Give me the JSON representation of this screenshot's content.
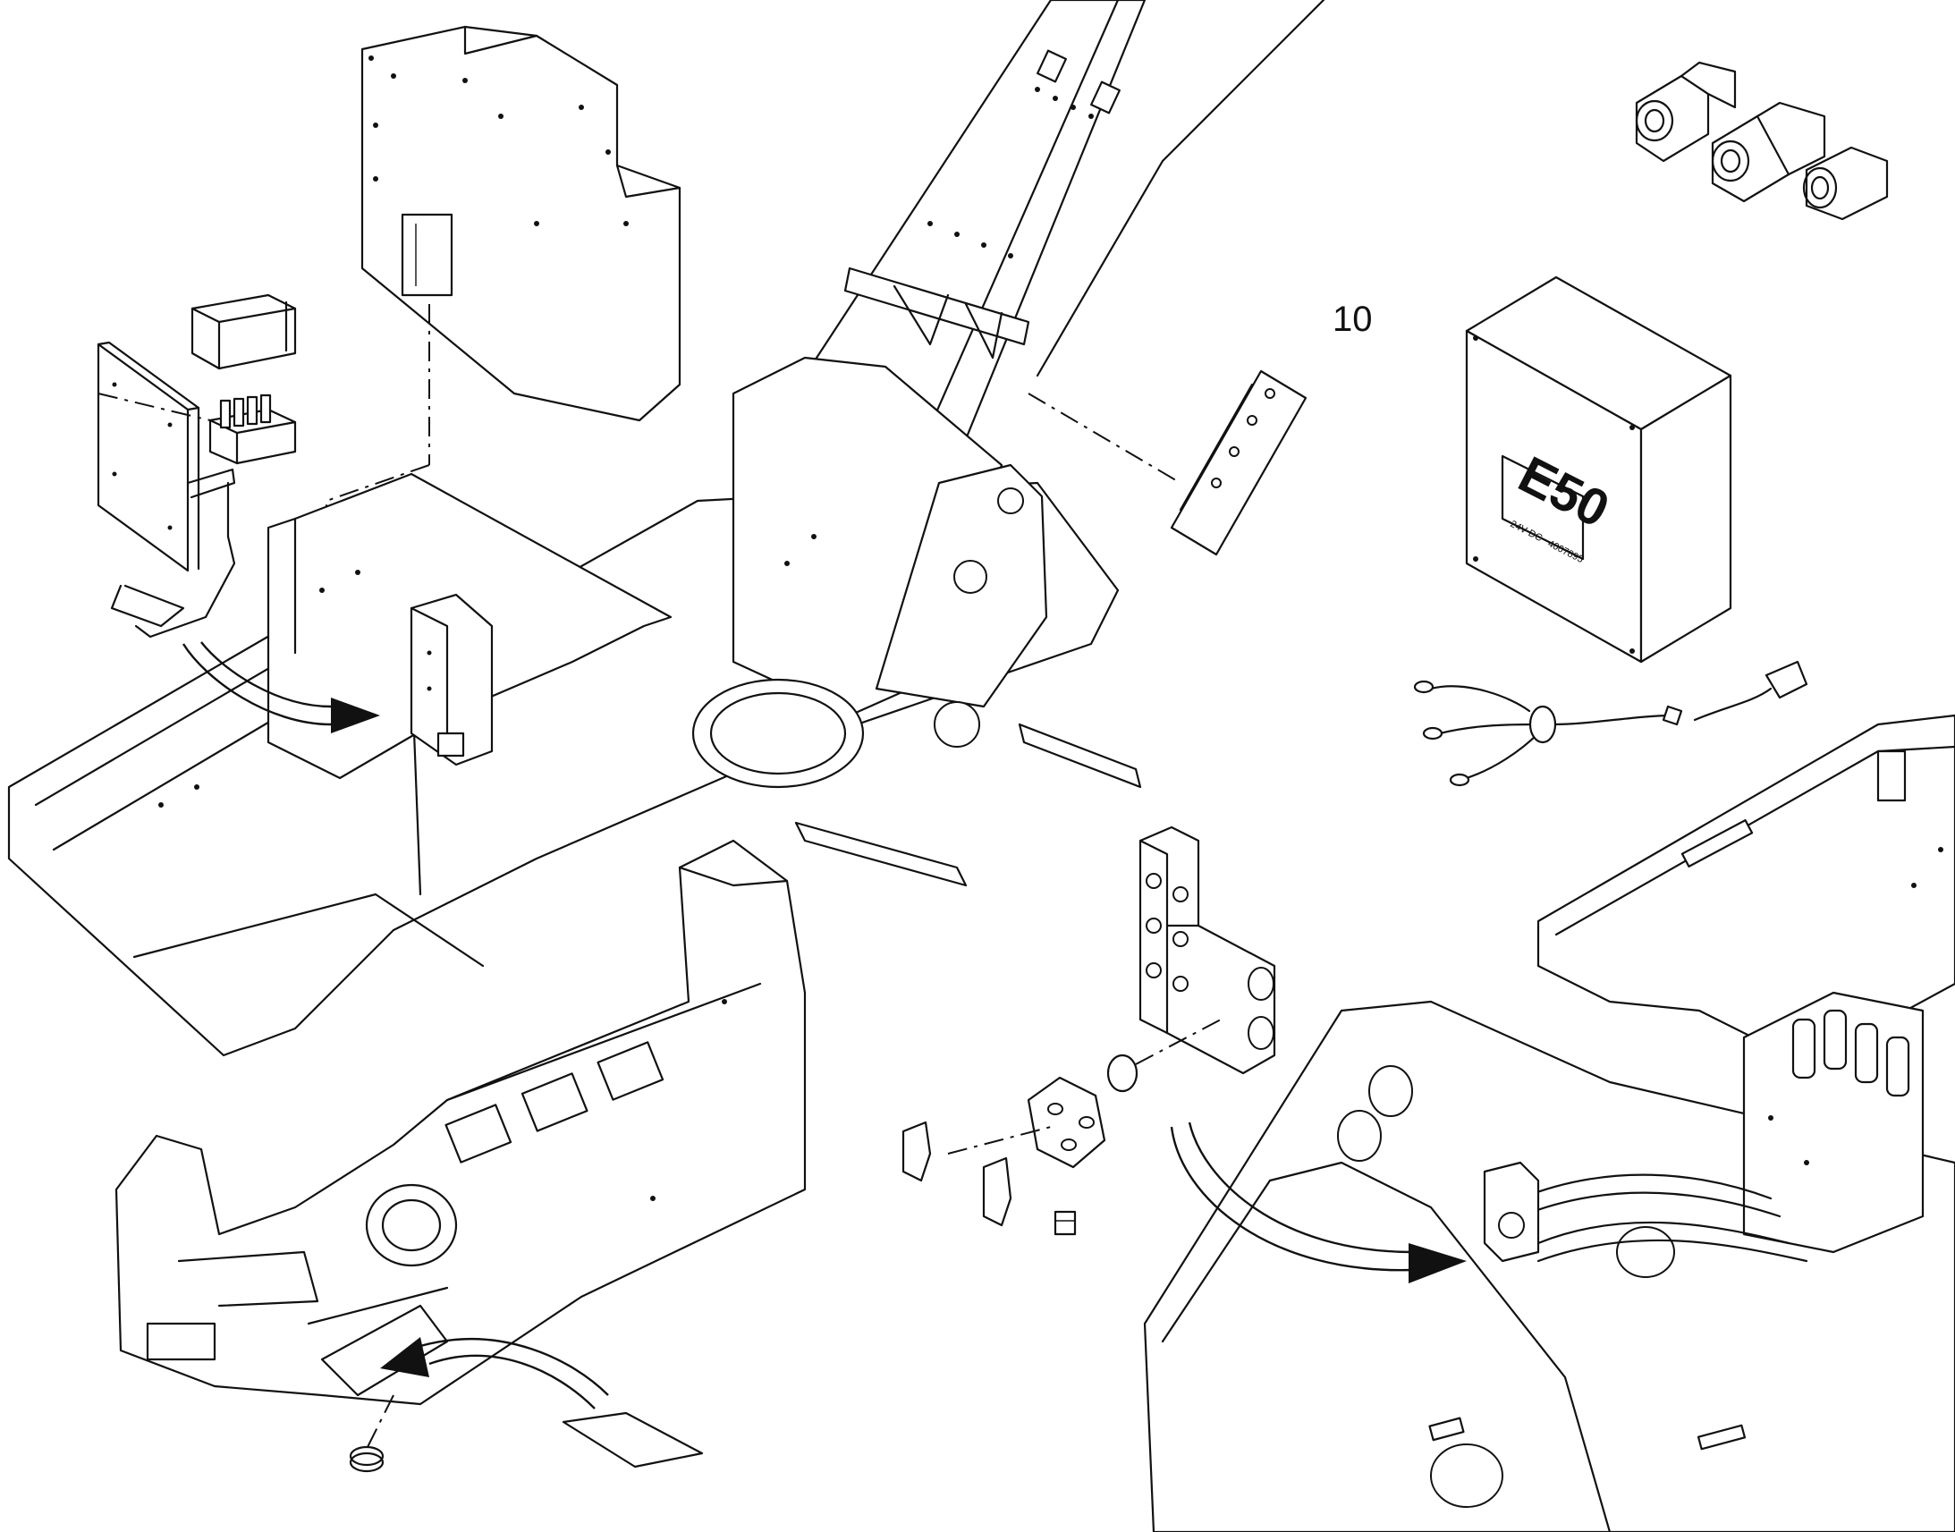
{
  "callouts": {
    "item_10": "10"
  },
  "ecu_box": {
    "model": "E50",
    "voltage": "24V DC",
    "part_number": "4007895"
  },
  "colors": {
    "line": "#111111",
    "background": "#ffffff"
  }
}
